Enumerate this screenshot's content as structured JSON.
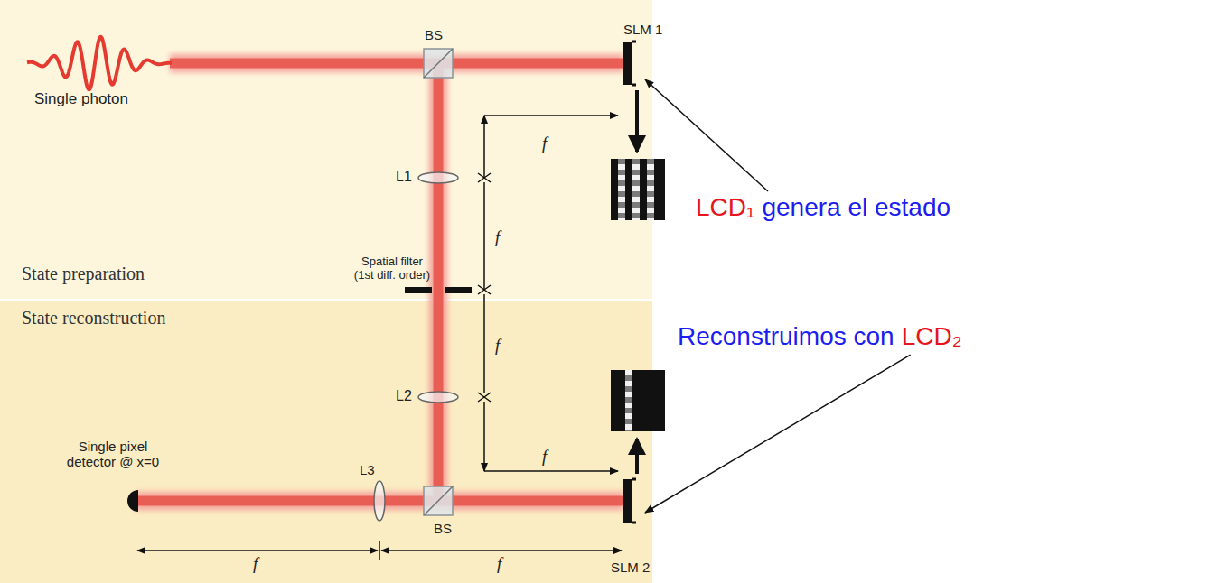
{
  "diagram": {
    "nodes": [
      {
        "text": [
          "State preparation"
        ]
      },
      {
        "text": [
          "State reconstruction"
        ]
      }
    ],
    "labels": [
      "Single photon",
      "BS",
      "SLM 1",
      "f",
      "L1",
      "f",
      "Spatial filter (1st diff. order)",
      "f",
      "L2",
      "f",
      "Single pixel detector @ x=0",
      "L3",
      "BS",
      "f",
      "f",
      "SLM 2",
      "LCD₁",
      "genera el estado",
      "Reconstruimos con",
      "LCD₂"
    ]
  }
}
